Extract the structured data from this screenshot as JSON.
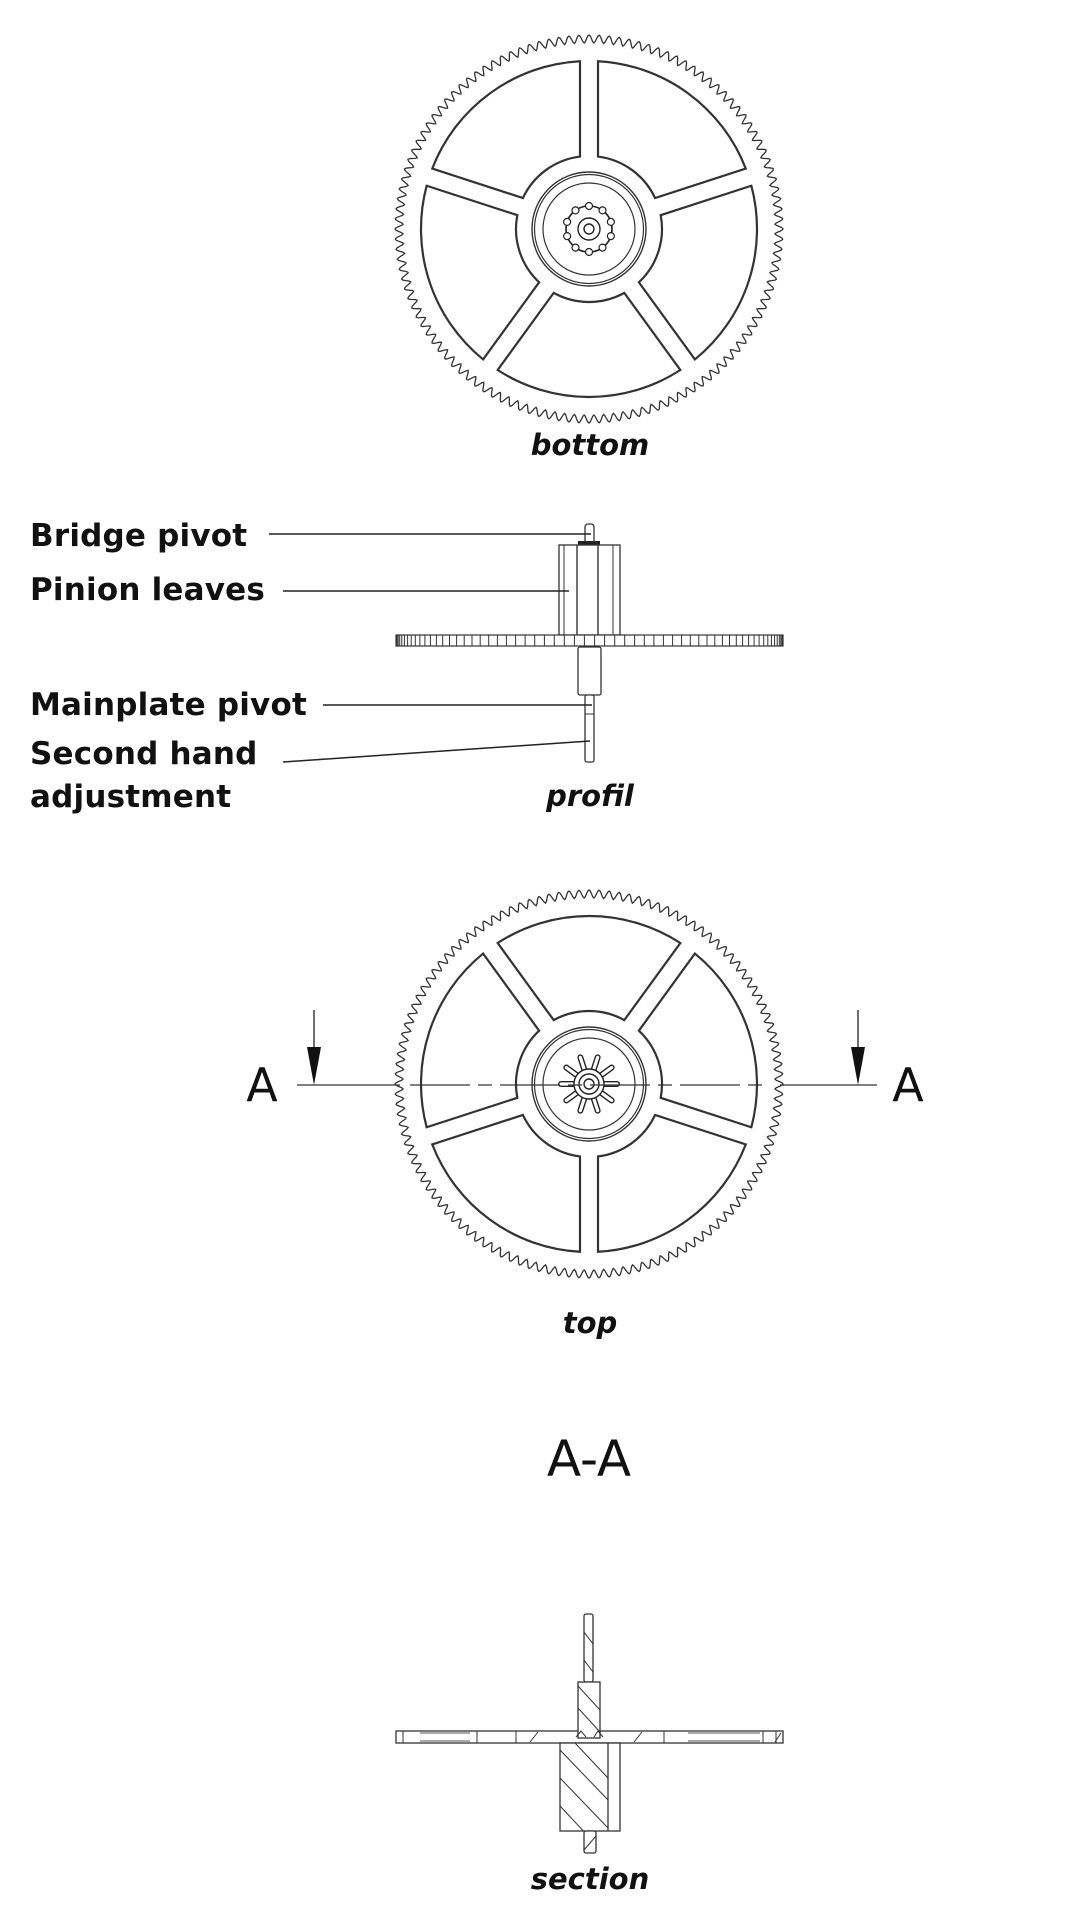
{
  "title": "Wheel with pinion technical drawing",
  "views": {
    "bottom": "bottom",
    "profile": "profil",
    "top": "top",
    "section_title": "A-A",
    "section": "section"
  },
  "section_markers": {
    "left": "A",
    "right": "A"
  },
  "callouts": [
    {
      "id": "bridge-pivot",
      "label": "Bridge pivot"
    },
    {
      "id": "pinion-leaves",
      "label": "Pinion leaves"
    },
    {
      "id": "mainplate-pivot",
      "label": "Mainplate pivot"
    },
    {
      "id": "second-hand-adjustment",
      "label_line1": "Second hand",
      "label_line2": "adjustment"
    }
  ],
  "wheel": {
    "teeth": 120,
    "spokes": 5,
    "pinion_leaves": 10
  },
  "colors": {
    "line": "#333333",
    "text": "#111111",
    "background": "#ffffff"
  }
}
